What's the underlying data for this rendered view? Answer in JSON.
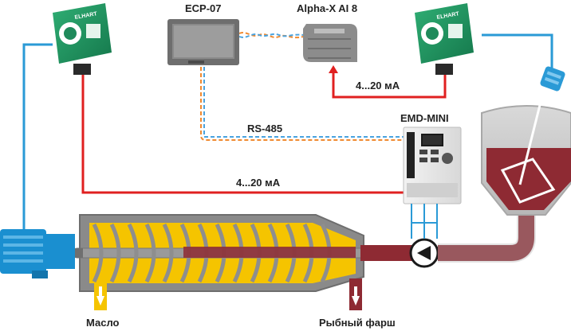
{
  "devices": {
    "panel": "ECP-07",
    "io_module": "Alpha-X AI 8",
    "drive": "EMD-MINI",
    "sensor_brand": "ELHART"
  },
  "signals": {
    "rs485": "RS-485",
    "analog_top": "4...20 мА",
    "analog_bottom": "4...20 мА"
  },
  "outputs": {
    "oil": "Масло",
    "mince": "Рыбный фарш"
  },
  "colors": {
    "sensor_green": "#1f8a5b",
    "signal_red": "#e02020",
    "cable_blue": "#2a9ad6",
    "rs485_orange": "#f08a30",
    "rs485_blue": "#4aa3df",
    "pipe_maroon": "#8e2a33",
    "auger_yellow": "#f5c400",
    "motor_blue": "#1a8fd0",
    "panel_grey": "#7a7a7a"
  }
}
